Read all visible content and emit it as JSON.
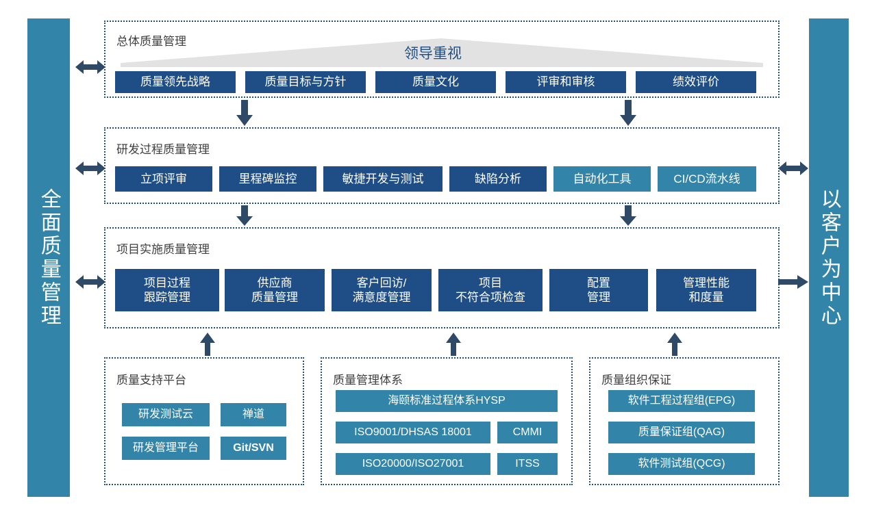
{
  "colors": {
    "navy": "#1F4E87",
    "teal": "#3285A8",
    "arrow": "#2F4A66",
    "dotted_border": "#1F4E79",
    "banner_gray": "#E2E2E2",
    "label_gray": "#404040"
  },
  "pillars": {
    "left": {
      "text": "全面质量管理",
      "name": "left-pillar"
    },
    "right": {
      "text": "以客户为中心",
      "name": "right-pillar"
    }
  },
  "banner": {
    "text": "领导重视"
  },
  "sections": [
    {
      "id": "overall-quality-management",
      "label": "总体质量管理",
      "items": [
        {
          "text": "质量领先战略",
          "style": "navy"
        },
        {
          "text": "质量目标与方针",
          "style": "navy"
        },
        {
          "text": "质量文化",
          "style": "navy"
        },
        {
          "text": "评审和审核",
          "style": "navy"
        },
        {
          "text": "绩效评价",
          "style": "navy"
        }
      ]
    },
    {
      "id": "rd-process-quality-management",
      "label": "研发过程质量管理",
      "items": [
        {
          "text": "立项评审",
          "style": "navy"
        },
        {
          "text": "里程碑监控",
          "style": "navy"
        },
        {
          "text": "敏捷开发与测试",
          "style": "navy"
        },
        {
          "text": "缺陷分析",
          "style": "navy"
        },
        {
          "text": "自动化工具",
          "style": "teal"
        },
        {
          "text": "CI/CD流水线",
          "style": "teal"
        }
      ]
    },
    {
      "id": "project-implementation-quality-management",
      "label": "项目实施质量管理",
      "items": [
        {
          "text": "项目过程\n跟踪管理",
          "style": "navy"
        },
        {
          "text": "供应商\n质量管理",
          "style": "navy"
        },
        {
          "text": "客户回访/\n满意度管理",
          "style": "navy"
        },
        {
          "text": "项目\n不符合项检查",
          "style": "navy"
        },
        {
          "text": "配置\n管理",
          "style": "navy"
        },
        {
          "text": "管理性能\n和度量",
          "style": "navy"
        }
      ]
    }
  ],
  "bottom_groups": [
    {
      "id": "quality-support-platform",
      "label": "质量支持平台",
      "items": [
        {
          "text": "研发测试云",
          "style": "teal",
          "bold": false
        },
        {
          "text": "禅道",
          "style": "teal",
          "bold": false
        },
        {
          "text": "研发管理平台",
          "style": "teal",
          "bold": false
        },
        {
          "text": "Git/SVN",
          "style": "teal",
          "bold": true
        }
      ]
    },
    {
      "id": "quality-management-system",
      "label": "质量管理体系",
      "items": [
        {
          "text": "海颐标准过程体系HYSP",
          "style": "teal",
          "bold": false
        },
        {
          "text": "ISO9001/DHSAS 18001",
          "style": "teal",
          "bold": false
        },
        {
          "text": "CMMI",
          "style": "teal",
          "bold": false
        },
        {
          "text": "ISO20000/ISO27001",
          "style": "teal",
          "bold": false
        },
        {
          "text": "ITSS",
          "style": "teal",
          "bold": false
        }
      ]
    },
    {
      "id": "quality-organization-assurance",
      "label": "质量组织保证",
      "items": [
        {
          "text": "软件工程过程组(EPG)",
          "style": "teal",
          "bold": false
        },
        {
          "text": "质量保证组(QAG)",
          "style": "teal",
          "bold": false
        },
        {
          "text": "软件测试组(QCG)",
          "style": "teal",
          "bold": false
        }
      ]
    }
  ],
  "arrows": {
    "left_bidirectional_count": 3,
    "right_bidirectional_count": 1,
    "right_single_count": 1,
    "down_count": 4,
    "up_count": 3
  }
}
